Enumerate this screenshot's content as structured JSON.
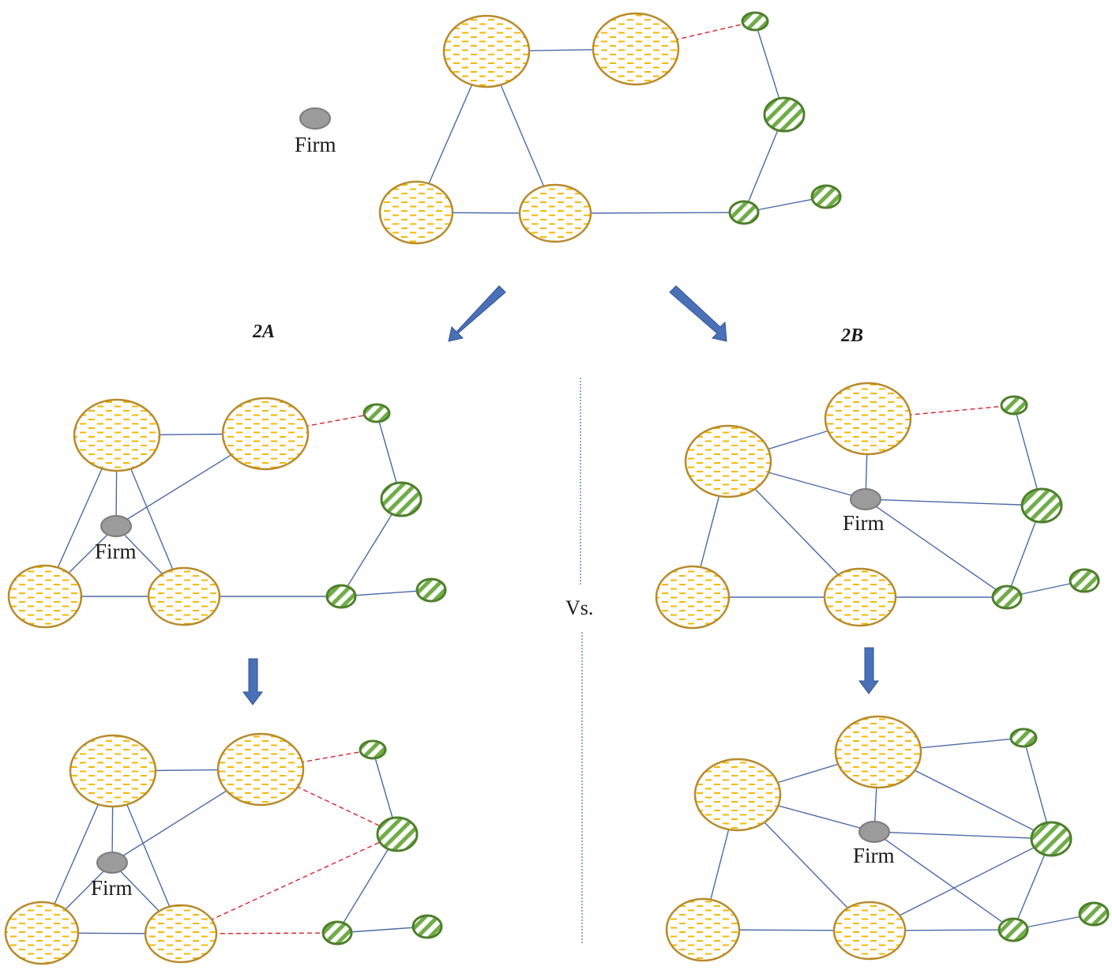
{
  "figure": {
    "labels": {
      "panel_a": "2A",
      "panel_b": "2B",
      "versus": "Vs.",
      "firm": "Firm"
    },
    "colors": {
      "orange_node_fill": "#f5b800",
      "orange_node_stroke": "#b88a2a",
      "green_node_fill": "#70ad47",
      "green_node_stroke": "#4e7f2c",
      "firm_node_fill": "#9b9b9b",
      "solid_edge": "#4a6aa8",
      "dashed_edge": "#d6232e",
      "arrow": "#4a70b8"
    },
    "legend_note": "Orange dashed-pattern nodes form one cluster; green striped nodes form another cluster; gray node is the Firm. Solid blue lines are ties; red dashed lines are structural holes / missing ties.",
    "panels": [
      {
        "id": "initial",
        "firm_connected": false,
        "nodes": [
          {
            "id": "o1",
            "type": "orange"
          },
          {
            "id": "o2",
            "type": "orange"
          },
          {
            "id": "o3",
            "type": "orange"
          },
          {
            "id": "o4",
            "type": "orange"
          },
          {
            "id": "g1",
            "type": "green"
          },
          {
            "id": "g2",
            "type": "green"
          },
          {
            "id": "g3",
            "type": "green"
          },
          {
            "id": "g4",
            "type": "green"
          },
          {
            "id": "firm",
            "type": "firm",
            "label": "Firm"
          }
        ],
        "edges": [
          {
            "from": "o1",
            "to": "o2",
            "style": "solid"
          },
          {
            "from": "o1",
            "to": "o3",
            "style": "solid"
          },
          {
            "from": "o1",
            "to": "o4",
            "style": "solid"
          },
          {
            "from": "o3",
            "to": "o4",
            "style": "solid"
          },
          {
            "from": "o4",
            "to": "g3",
            "style": "solid"
          },
          {
            "from": "o2",
            "to": "g1",
            "style": "dashed"
          },
          {
            "from": "g1",
            "to": "g2",
            "style": "solid"
          },
          {
            "from": "g2",
            "to": "g3",
            "style": "solid"
          },
          {
            "from": "g3",
            "to": "g4",
            "style": "solid"
          }
        ]
      },
      {
        "id": "2A-step1",
        "nodes": "same as initial, firm embedded in orange cluster",
        "edges": [
          {
            "from": "o1",
            "to": "o2",
            "style": "solid"
          },
          {
            "from": "o1",
            "to": "o3",
            "style": "solid"
          },
          {
            "from": "o1",
            "to": "o4",
            "style": "solid"
          },
          {
            "from": "o3",
            "to": "o4",
            "style": "solid"
          },
          {
            "from": "o4",
            "to": "g3",
            "style": "solid"
          },
          {
            "from": "o2",
            "to": "g1",
            "style": "dashed"
          },
          {
            "from": "g1",
            "to": "g2",
            "style": "solid"
          },
          {
            "from": "g2",
            "to": "g3",
            "style": "solid"
          },
          {
            "from": "g3",
            "to": "g4",
            "style": "solid"
          },
          {
            "from": "firm",
            "to": "o1",
            "style": "solid"
          },
          {
            "from": "firm",
            "to": "o2",
            "style": "solid"
          },
          {
            "from": "firm",
            "to": "o3",
            "style": "solid"
          },
          {
            "from": "firm",
            "to": "o4",
            "style": "solid"
          }
        ]
      },
      {
        "id": "2A-step2",
        "edges": [
          {
            "from": "o1",
            "to": "o2",
            "style": "solid"
          },
          {
            "from": "o1",
            "to": "o3",
            "style": "solid"
          },
          {
            "from": "o1",
            "to": "o4",
            "style": "solid"
          },
          {
            "from": "o3",
            "to": "o4",
            "style": "solid"
          },
          {
            "from": "o2",
            "to": "g1",
            "style": "dashed"
          },
          {
            "from": "o2",
            "to": "g2",
            "style": "dashed"
          },
          {
            "from": "o4",
            "to": "g2",
            "style": "dashed"
          },
          {
            "from": "o4",
            "to": "g3",
            "style": "dashed"
          },
          {
            "from": "g1",
            "to": "g2",
            "style": "solid"
          },
          {
            "from": "g2",
            "to": "g3",
            "style": "solid"
          },
          {
            "from": "g3",
            "to": "g4",
            "style": "solid"
          },
          {
            "from": "firm",
            "to": "o1",
            "style": "solid"
          },
          {
            "from": "firm",
            "to": "o2",
            "style": "solid"
          },
          {
            "from": "firm",
            "to": "o3",
            "style": "solid"
          },
          {
            "from": "firm",
            "to": "o4",
            "style": "solid"
          }
        ]
      },
      {
        "id": "2B-step1",
        "edges": [
          {
            "from": "o1",
            "to": "o2",
            "style": "solid"
          },
          {
            "from": "o1",
            "to": "o3",
            "style": "solid"
          },
          {
            "from": "o1",
            "to": "o4",
            "style": "solid"
          },
          {
            "from": "o3",
            "to": "o4",
            "style": "solid"
          },
          {
            "from": "o4",
            "to": "g3",
            "style": "solid"
          },
          {
            "from": "o2",
            "to": "g1",
            "style": "dashed"
          },
          {
            "from": "g1",
            "to": "g2",
            "style": "solid"
          },
          {
            "from": "g2",
            "to": "g3",
            "style": "solid"
          },
          {
            "from": "g3",
            "to": "g4",
            "style": "solid"
          },
          {
            "from": "firm",
            "to": "o1",
            "style": "solid"
          },
          {
            "from": "firm",
            "to": "o2",
            "style": "solid"
          },
          {
            "from": "firm",
            "to": "g2",
            "style": "solid"
          },
          {
            "from": "firm",
            "to": "g3",
            "style": "solid"
          }
        ]
      },
      {
        "id": "2B-step2",
        "edges": [
          {
            "from": "o1",
            "to": "o2",
            "style": "solid"
          },
          {
            "from": "o1",
            "to": "o3",
            "style": "solid"
          },
          {
            "from": "o1",
            "to": "o4",
            "style": "solid"
          },
          {
            "from": "o3",
            "to": "o4",
            "style": "solid"
          },
          {
            "from": "o4",
            "to": "g3",
            "style": "solid"
          },
          {
            "from": "o2",
            "to": "g1",
            "style": "solid"
          },
          {
            "from": "o2",
            "to": "g2",
            "style": "solid"
          },
          {
            "from": "o4",
            "to": "g2",
            "style": "solid"
          },
          {
            "from": "g1",
            "to": "g2",
            "style": "solid"
          },
          {
            "from": "g2",
            "to": "g3",
            "style": "solid"
          },
          {
            "from": "g3",
            "to": "g4",
            "style": "solid"
          },
          {
            "from": "firm",
            "to": "o1",
            "style": "solid"
          },
          {
            "from": "firm",
            "to": "o2",
            "style": "solid"
          },
          {
            "from": "firm",
            "to": "g2",
            "style": "solid"
          },
          {
            "from": "firm",
            "to": "g3",
            "style": "solid"
          }
        ]
      }
    ]
  }
}
